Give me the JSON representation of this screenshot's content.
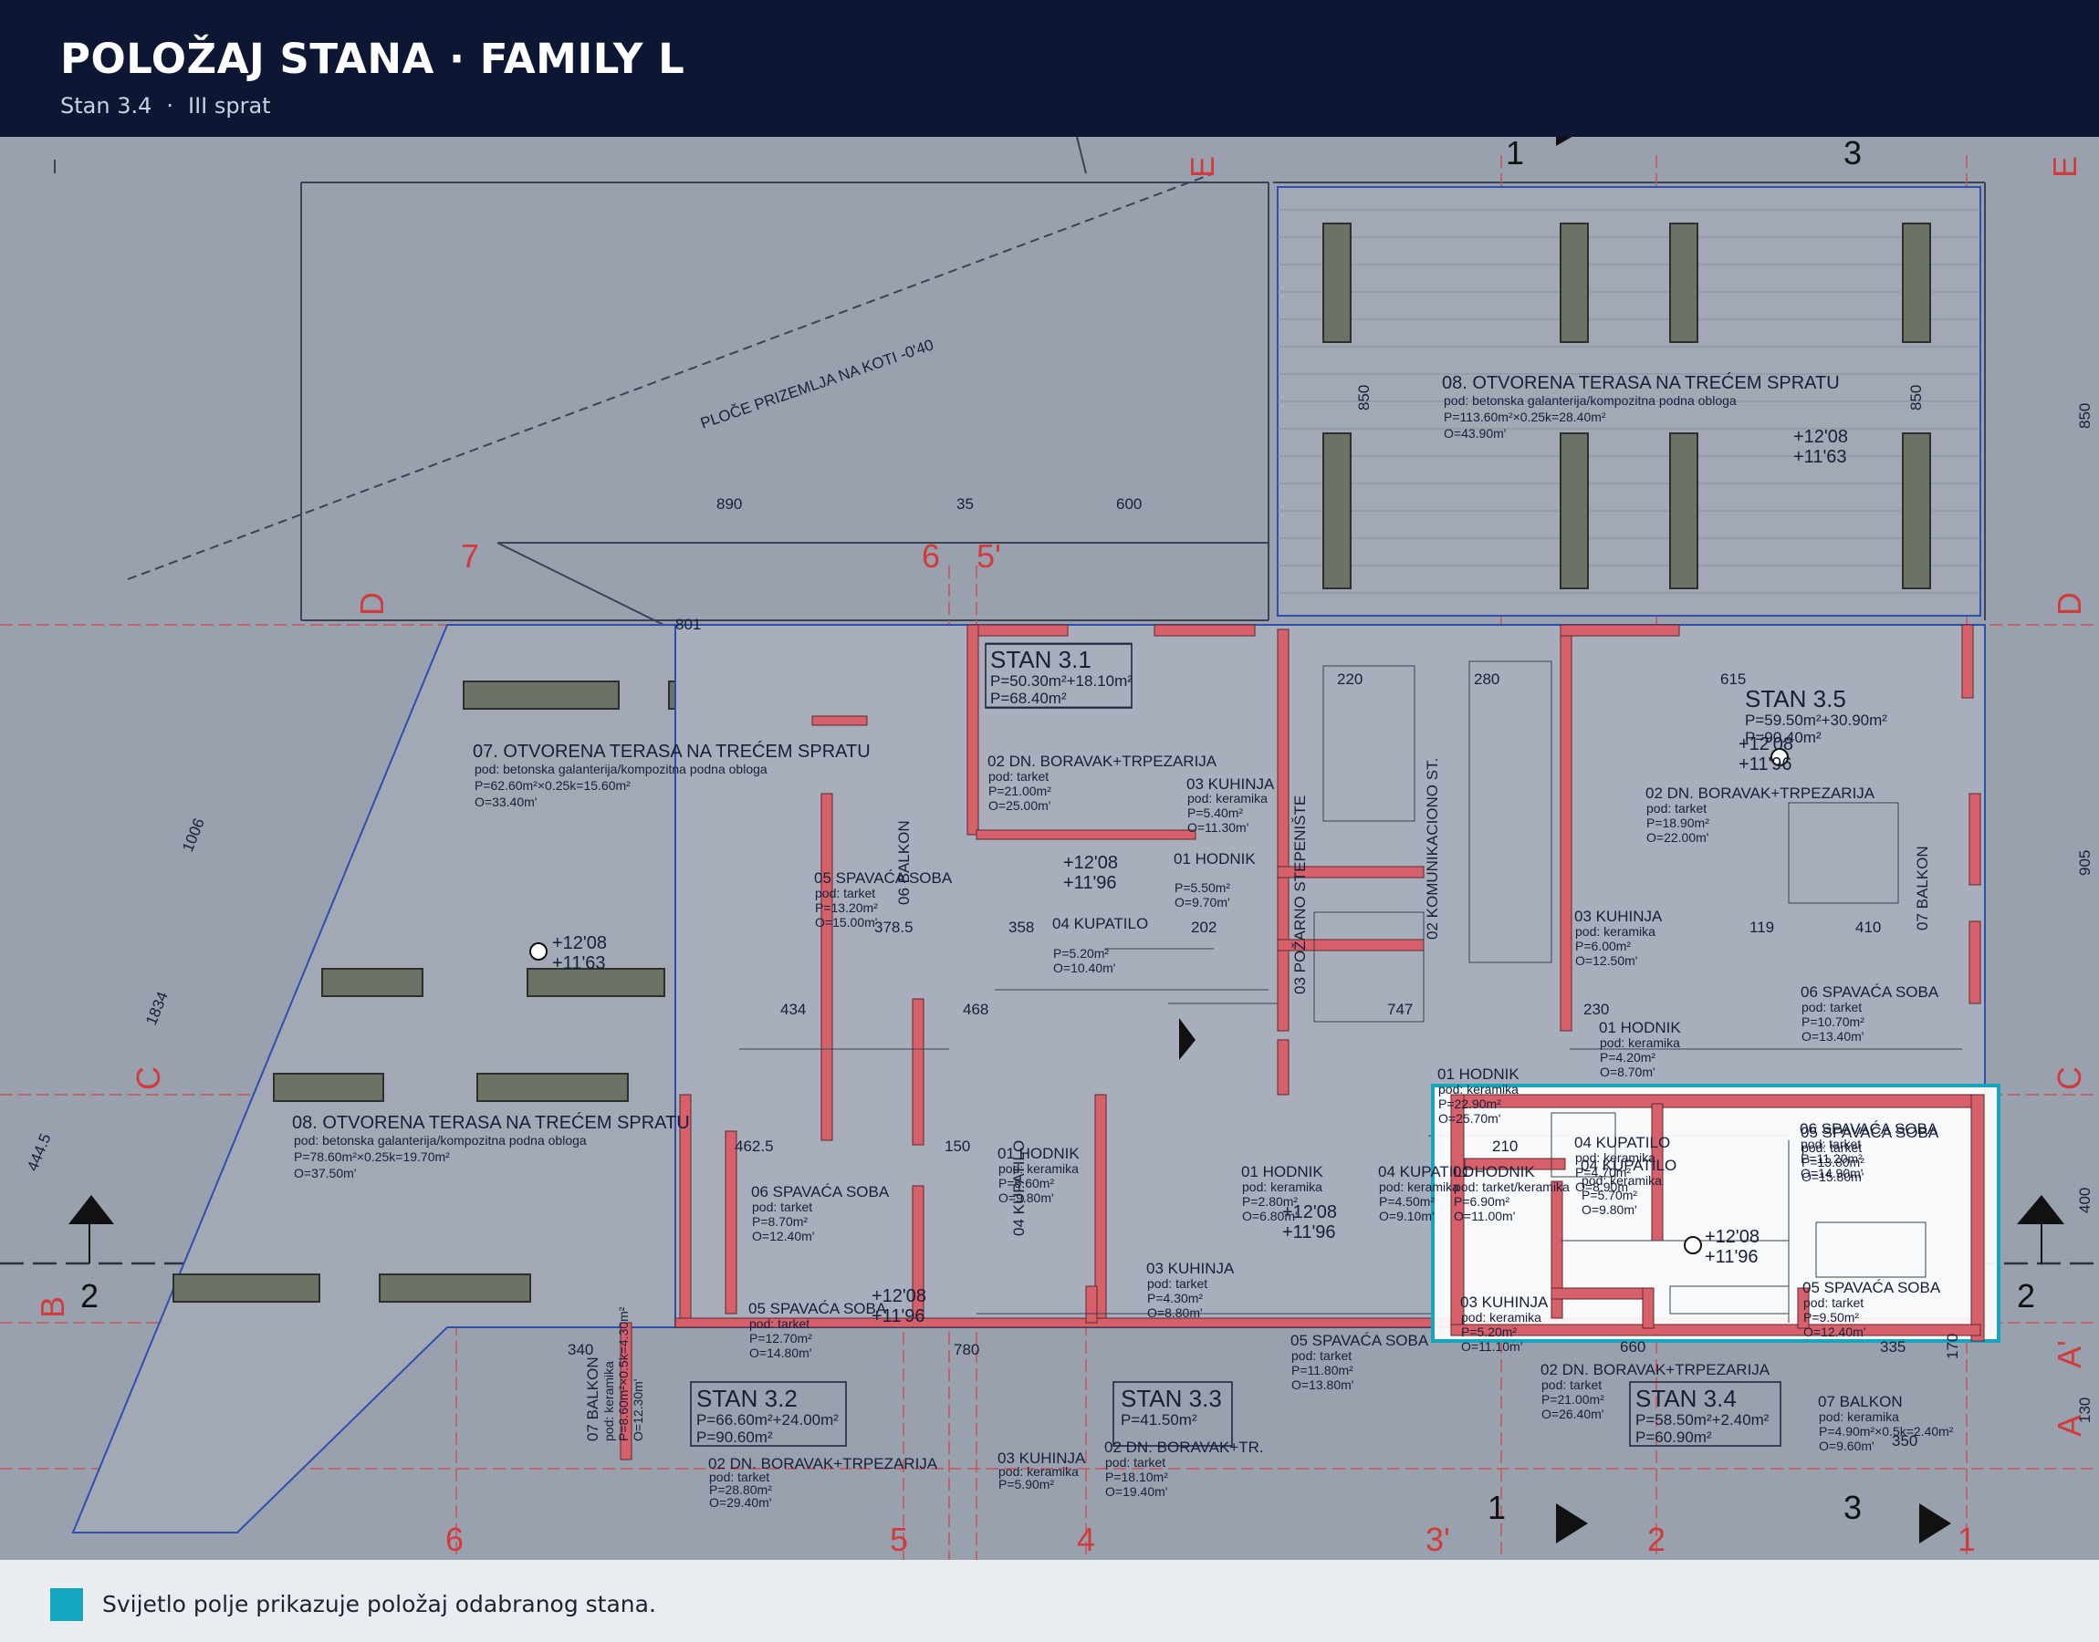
{
  "header": {
    "title": "POLOŽAJ STANA · FAMILY L",
    "apartment": "Stan 3.4",
    "separator": "·",
    "floor": "III sprat"
  },
  "legend": {
    "text": "Svijetlo polje prikazuje položaj odabranog stana.",
    "color": "#14a6bf"
  },
  "colors": {
    "plan_background": "#9aa1ae",
    "walls": "#d8606a",
    "highlight": "#14a6bf",
    "axis_labels": "#d23b3b"
  },
  "plan": {
    "axes": {
      "top_right_1": "1",
      "top_right_3": "3",
      "bottom_1_left": "1",
      "bottom_3": "3",
      "c7": "7",
      "c6": "6",
      "c5p": "5'",
      "b6": "6",
      "b5": "5",
      "b4": "4",
      "b3p": "3'",
      "b2": "2",
      "b1": "1",
      "row_E_left": "E",
      "row_E_right": "E",
      "row_D_left": "D",
      "row_D_right": "D",
      "row_C_left": "C",
      "row_C_right": "C",
      "row_B_left": "B",
      "row_A_right": "A",
      "row_Ap_right": "A'",
      "sec2_left": "2",
      "sec2_right": "2"
    },
    "dims": {
      "d890": "890",
      "d35": "35",
      "d600": "600",
      "d801": "801",
      "d1006": "1006",
      "d1834": "1834",
      "d4445": "444.5",
      "d850a": "850",
      "d850b": "850",
      "d850c": "850",
      "d905": "905",
      "d220": "220",
      "d280": "280",
      "d615": "615",
      "d210": "210",
      "d660": "660",
      "d335": "335",
      "d350": "350",
      "d780": "780",
      "d340": "340",
      "d4625": "462.5",
      "d150": "150",
      "d434": "434",
      "d468": "468",
      "d3785": "378.5",
      "d358": "358",
      "d202": "202",
      "d747": "747",
      "d410": "410",
      "d119": "119",
      "d230": "230",
      "d170": "170",
      "d130": "130",
      "d400": "400"
    },
    "annotations": {
      "ploce": "PLOČE PRIZEMLJA NA KOTI -0'40"
    },
    "levels": {
      "a": "+12'08",
      "a2": "+11'63",
      "b": "+12'08",
      "b2": "+11'96"
    },
    "terraces": {
      "t1_name": "08. OTVORENA TERASA NA TREĆEM SPRATU",
      "t1_floor": "pod: betonska galanterija/kompozitna podna obloga",
      "t1_p": "P=113.60m²×0.25k=28.40m²",
      "t1_o": "O=43.90m'",
      "t2_name": "07. OTVORENA TERASA NA TREĆEM SPRATU",
      "t2_floor": "pod: betonska galanterija/kompozitna podna obloga",
      "t2_p": "P=62.60m²×0.25k=15.60m²",
      "t2_o": "O=33.40m'",
      "t3_name": "08. OTVORENA TERASA NA TREĆEM SPRATU",
      "t3_floor": "pod: betonska galanterija/kompozitna podna obloga",
      "t3_p": "P=78.60m²×0.25k=19.70m²",
      "t3_o": "O=37.50m'"
    },
    "units": {
      "s31_name": "STAN 3.1",
      "s31_p": "P=50.30m²+18.10m²",
      "s31_t": "P=68.40m²",
      "s35_name": "STAN 3.5",
      "s35_p": "P=59.50m²+30.90m²",
      "s35_t": "P=90.40m²",
      "s32_name": "STAN 3.2",
      "s32_p": "P=66.60m²+24.00m²",
      "s32_t": "P=90.60m²",
      "s33_name": "STAN 3.3",
      "s33_t": "P=41.50m²",
      "s34_name": "STAN 3.4",
      "s34_p": "P=58.50m²+2.40m²",
      "s34_t": "P=60.90m²"
    },
    "rooms": {
      "r31_boravak": "02 DN. BORAVAK+TRPEZARIJA",
      "r31_boravak_f": "pod: tarket",
      "r31_boravak_p": "P=21.00m²",
      "r31_boravak_o": "O=25.00m'",
      "r31_kuhinja": "03 KUHINJA",
      "r31_kuhinja_f": "pod: keramika",
      "r31_kuhinja_p": "P=5.40m²",
      "r31_kuhinja_o": "O=11.30m'",
      "r31_hodnik": "01 HODNIK",
      "r31_hodnik_p": "P=5.50m²",
      "r31_hodnik_o": "O=9.70m'",
      "r31_kupatilo": "04 KUPATILO",
      "r31_kupatilo_p": "P=5.20m²",
      "r31_kupatilo_o": "O=10.40m'",
      "r31_spavaca": "05 SPAVAĆA SOBA",
      "r31_spavaca_f": "pod: tarket",
      "r31_spavaca_p": "P=13.20m²",
      "r31_spavaca_o": "O=15.00m'",
      "r31_balkon": "06 BALKON",
      "stair": "03 POŽARNO STEPENIŠTE",
      "komun": "02 KOMUNIKACIONO ST.",
      "hodnik_c": "01 HODNIK",
      "hodnik_c_f": "pod: keramika",
      "hodnik_c_p": "P=22.90m²",
      "hodnik_c_o": "O=25.70m'",
      "r35_boravak": "02 DN. BORAVAK+TRPEZARIJA",
      "r35_boravak_f": "pod: tarket",
      "r35_boravak_p": "P=18.90m²",
      "r35_boravak_o": "O=22.00m'",
      "r35_kuhinja": "03 KUHINJA",
      "r35_kuhinja_f": "pod: keramika",
      "r35_kuhinja_p": "P=6.00m²",
      "r35_kuhinja_o": "O=12.50m'",
      "r35_hodnik": "01 HODNIK",
      "r35_hodnik_f": "pod: keramika",
      "r35_hodnik_p": "P=4.20m²",
      "r35_hodnik_o": "O=8.70m'",
      "r35_kupatilo": "04 KUPATILO",
      "r35_kupatilo_f": "pod: keramika",
      "r35_kupatilo_p": "P=5.70m²",
      "r35_kupatilo_o": "O=9.80m'",
      "r35_spavaca6": "06 SPAVAĆA SOBA",
      "r35_spavaca6_f": "pod: tarket",
      "r35_spavaca6_p": "P=10.70m²",
      "r35_spavaca6_o": "O=13.40m'",
      "r35_spavaca5": "05 SPAVAĆA SOBA",
      "r35_spavaca5_f": "pod: tarket",
      "r35_spavaca5_p": "P=13.80m²",
      "r35_spavaca5_o": "O=15.80m'",
      "r35_balkon": "07 BALKON",
      "r32_spavaca6": "06 SPAVAĆA SOBA",
      "r32_spavaca6_f": "pod: tarket",
      "r32_spavaca6_p": "P=8.70m²",
      "r32_spavaca6_o": "O=12.40m'",
      "r32_spavaca5": "05 SPAVAĆA SOBA",
      "r32_spavaca5_f": "pod: tarket",
      "r32_spavaca5_p": "P=12.70m²",
      "r32_spavaca5_o": "O=14.80m'",
      "r32_hodnik": "01 HODNIK",
      "r32_hodnik_f": "pod: keramika",
      "r32_hodnik_p": "P=5.60m²",
      "r32_hodnik_o": "O=9.80m'",
      "r32_boravak": "02 DN. BORAVAK+TRPEZARIJA",
      "r32_boravak_f": "pod: tarket",
      "r32_boravak_p": "P=28.80m²",
      "r32_boravak_o": "O=29.40m'",
      "r32_kuhinja": "03 KUHINJA",
      "r32_kuhinja_f": "pod: keramika",
      "r32_kuhinja_p": "P=5.90m²",
      "r32_kupatilo": "04 KUPATILO",
      "r32_balkon": "07 BALKON",
      "r32_balkon_f": "pod: keramika",
      "r32_balkon_p": "P=8.60m²×0.5k=4.30m²",
      "r32_balkon_o": "O=12.30m'",
      "r33_hodnik": "01 HODNIK",
      "r33_hodnik_f": "pod: keramika",
      "r33_hodnik_p": "P=2.80m²",
      "r33_hodnik_o": "O=6.80m'",
      "r33_kupatilo": "04 KUPATILO",
      "r33_kupatilo_f": "pod: keramika",
      "r33_kupatilo_p": "P=4.50m²",
      "r33_kupatilo_o": "O=9.10m'",
      "r33_kuhinja": "03 KUHINJA",
      "r33_kuhinja_f": "pod: tarket",
      "r33_kuhinja_p": "P=4.30m²",
      "r33_kuhinja_o": "O=8.80m'",
      "r33_boravak": "02 DN. BORAVAK+TR.",
      "r33_boravak_f": "pod: tarket",
      "r33_boravak_p": "P=18.10m²",
      "r33_boravak_o": "O=19.40m'",
      "r33_spavaca": "05 SPAVAĆA SOBA",
      "r33_spavaca_f": "pod: tarket",
      "r33_spavaca_p": "P=11.80m²",
      "r33_spavaca_o": "O=13.80m'",
      "r34_hodnik": "01 HODNIK",
      "r34_hodnik_f": "pod: tarket/keramika",
      "r34_hodnik_p": "P=6.90m²",
      "r34_hodnik_o": "O=11.00m'",
      "r34_kupatilo": "04 KUPATILO",
      "r34_kupatilo_f": "pod: keramika",
      "r34_kupatilo_p": "P=4.70m²",
      "r34_kupatilo_o": "O=8.90m'",
      "r34_spavaca6": "06 SPAVAĆA SOBA",
      "r34_spavaca6_f": "pod: tarket",
      "r34_spavaca6_p": "P=11.20m²",
      "r34_spavaca6_o": "O=14.90m'",
      "r34_kuhinja": "03 KUHINJA",
      "r34_kuhinja_f": "pod: keramika",
      "r34_kuhinja_p": "P=5.20m²",
      "r34_kuhinja_o": "O=11.10m'",
      "r34_spavaca5": "05 SPAVAĆA SOBA",
      "r34_spavaca5_f": "pod: tarket",
      "r34_spavaca5_p": "P=9.50m²",
      "r34_spavaca5_o": "O=12.40m'",
      "r34_boravak": "02 DN. BORAVAK+TRPEZARIJA",
      "r34_boravak_f": "pod: tarket",
      "r34_boravak_p": "P=21.00m²",
      "r34_boravak_o": "O=26.40m'",
      "r34_balkon": "07 BALKON",
      "r34_balkon_f": "pod: keramika",
      "r34_balkon_p": "P=4.90m²×0.5k=2.40m²",
      "r34_balkon_o": "O=9.60m'"
    }
  }
}
